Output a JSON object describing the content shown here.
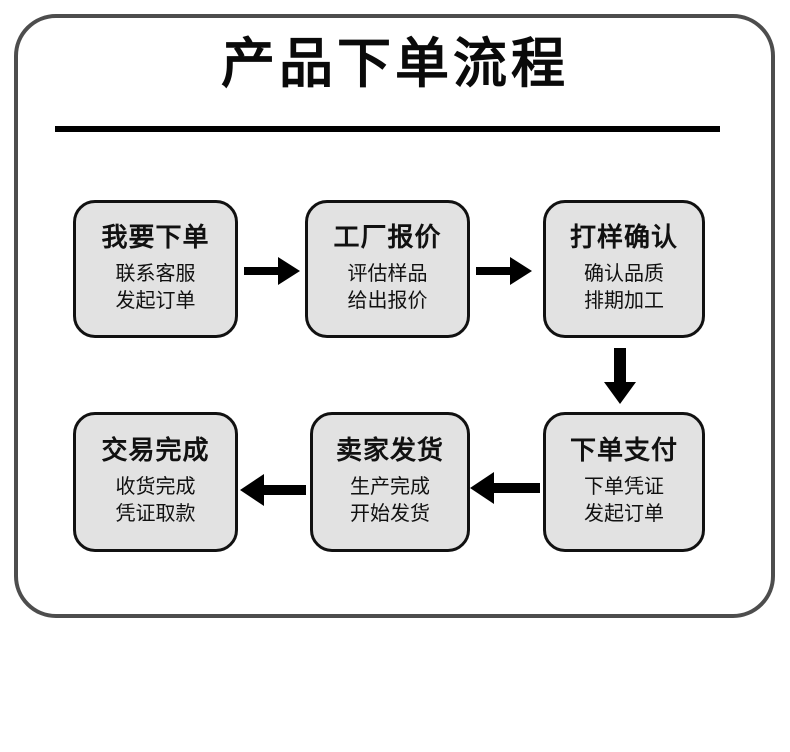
{
  "header": {
    "title": "产品下单流程"
  },
  "flow": {
    "nodes": [
      {
        "id": "order-request",
        "title": "我要下单",
        "line1": "联系客服",
        "line2": "发起订单"
      },
      {
        "id": "factory-quote",
        "title": "工厂报价",
        "line1": "评估样品",
        "line2": "给出报价"
      },
      {
        "id": "sample-confirm",
        "title": "打样确认",
        "line1": "确认品质",
        "line2": "排期加工"
      },
      {
        "id": "order-payment",
        "title": "下单支付",
        "line1": "下单凭证",
        "line2": "发起订单"
      },
      {
        "id": "seller-ship",
        "title": "卖家发货",
        "line1": "生产完成",
        "line2": "开始发货"
      },
      {
        "id": "transaction-done",
        "title": "交易完成",
        "line1": "收货完成",
        "line2": "凭证取款"
      }
    ],
    "connectors": [
      {
        "id": "arrow-request-to-quote",
        "direction": "right"
      },
      {
        "id": "arrow-quote-to-sample",
        "direction": "right"
      },
      {
        "id": "arrow-sample-to-payment",
        "direction": "down"
      },
      {
        "id": "arrow-payment-to-ship",
        "direction": "left"
      },
      {
        "id": "arrow-ship-to-done",
        "direction": "left"
      }
    ]
  },
  "colors": {
    "frame_border": "#4d4d4d",
    "node_fill": "#e2e2e2",
    "node_border": "#111111",
    "text": "#111111",
    "rule": "#000000",
    "background": "#ffffff"
  }
}
